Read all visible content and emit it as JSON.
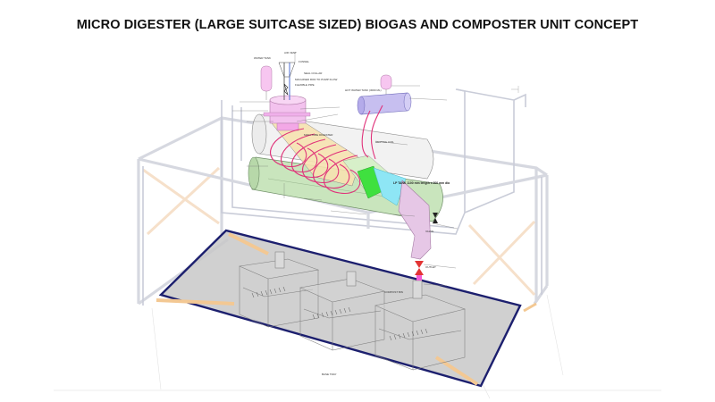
{
  "title": "MICRO DIGESTER (LARGE SUITCASE SIZED) BIOGAS AND COMPOSTER UNIT CONCEPT",
  "colors": {
    "frame": "#d6d8e0",
    "base_outline": "#1c1f6e",
    "base_fill": "#c8c8c8",
    "digester_tube": "#c9e5bd",
    "feed_tank": "#f3c2ee",
    "heating_coil": "#e0327a",
    "hot_water_tank": "#c7bff0",
    "tube_highlight_green": "#3fe03f",
    "tube_highlight_cyan": "#8ee6f5",
    "bracing": "#f4c79a"
  },
  "labels": {
    "water_tank": "WATER TANK",
    "air_vent": "AIR VENT",
    "funnel": "FUNNEL",
    "hot_water_tank": "HOT WATER TANK (3000 ML)",
    "lp_tank": "LP TANK 1100 mm length x 200 mm dia",
    "seal_collar": "SEAL COLLAR",
    "machined_rod": "MACHINED ROD TO PUMP FLOW",
    "flexible_pipe": "FLEXIBLE PIPE",
    "main_tube": "MAIN TUBE DIGESTER",
    "coil": "HEATING COIL",
    "valve": "VALVE",
    "outlet": "OUTLET",
    "bin": "COMPOST BIN",
    "base": "BASE TRAY"
  }
}
